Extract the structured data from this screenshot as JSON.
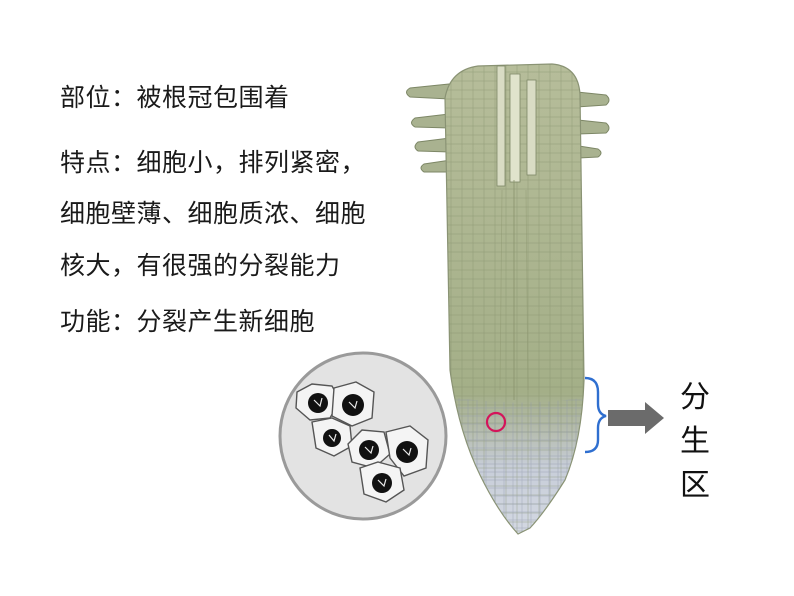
{
  "text": {
    "location": "部位：被根冠包围着",
    "feature_line1": "特点：细胞小，排列紧密，",
    "feature_line2": "细胞壁薄、细胞质浓、细胞",
    "feature_line3": "核大，有很强的分裂能力",
    "function": "功能：分裂产生新细胞"
  },
  "zone_label": [
    "分",
    "生",
    "区"
  ],
  "colors": {
    "root_green": "#a7b18a",
    "root_cap": "#c6ccd6",
    "brace": "#2f6fd0",
    "arrow": "#6b6b6b",
    "marker_circle": "#d4145a",
    "nucleus": "#111111"
  }
}
